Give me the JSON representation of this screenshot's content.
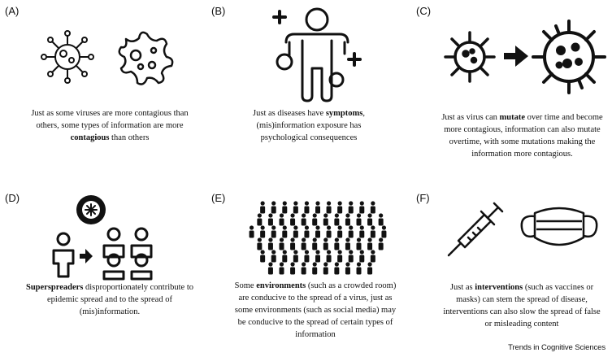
{
  "panels": [
    {
      "label": "(A)",
      "caption": [
        {
          "t": "Just as some viruses are more contagious than others, some types of information are more "
        },
        {
          "t": "contagious",
          "b": true
        },
        {
          "t": " than others"
        }
      ]
    },
    {
      "label": "(B)",
      "caption": [
        {
          "t": "Just as diseases have "
        },
        {
          "t": "symptoms",
          "b": true
        },
        {
          "t": ", (mis)information exposure has psychological consequences"
        }
      ]
    },
    {
      "label": "(C)",
      "caption": [
        {
          "t": "Just as virus can "
        },
        {
          "t": "mutate",
          "b": true
        },
        {
          "t": " over time and become more contagious, information can also mutate overtime, with some mutations making the information more contagious."
        }
      ]
    },
    {
      "label": "(D)",
      "caption": [
        {
          "t": "Superspreaders",
          "b": true
        },
        {
          "t": " disproportionately contribute to epidemic spread and to the spread of (mis)information."
        }
      ]
    },
    {
      "label": "(E)",
      "caption": [
        {
          "t": "Some "
        },
        {
          "t": "environments",
          "b": true
        },
        {
          "t": " (such as a crowded room) are conducive to the spread of a virus, just as some environments (such as social media) may be conducive to the spread of certain types of information"
        }
      ]
    },
    {
      "label": "(F)",
      "caption": [
        {
          "t": "Just as "
        },
        {
          "t": "interventions",
          "b": true
        },
        {
          "t": " (such as vaccines or masks) can stem the spread of disease, interventions can also slow the spread of false or misleading content"
        }
      ]
    }
  ],
  "footer": {
    "brand": "Trends in Cognitive Sciences"
  }
}
